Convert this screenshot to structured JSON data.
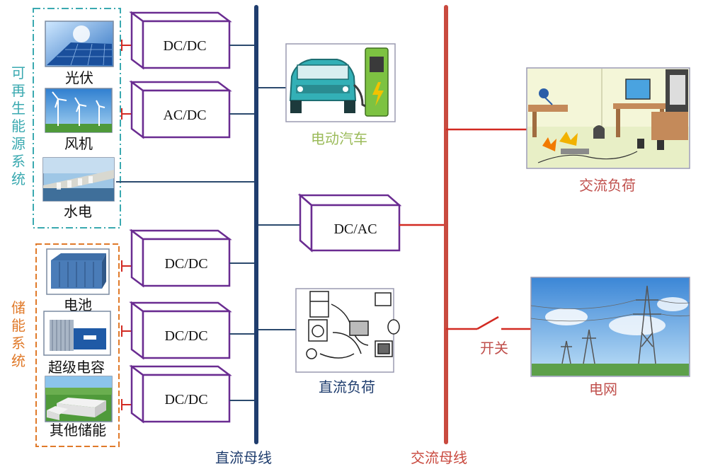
{
  "colors": {
    "dc_bus": "#1f3d6e",
    "ac_bus": "#c94a3f",
    "converter": "#6a2c91",
    "dc_wire": "#2c4a6e",
    "ac_wire": "#d22a22",
    "renewable": "#3aa9b0",
    "storage": "#e07a2a",
    "ev_label": "#9bbb5a",
    "red_label": "#c0504d",
    "blue_label": "#1f3d6e"
  },
  "groups": {
    "renewable": {
      "label": "可再生能源系统",
      "chars": [
        "可",
        "再",
        "生",
        "能",
        "源",
        "系",
        "统"
      ]
    },
    "storage": {
      "label": "储能系统",
      "chars": [
        "储",
        "能",
        "系",
        "统"
      ]
    }
  },
  "sources": {
    "pv": "光伏",
    "wind": "风机",
    "hydro": "水电",
    "battery": "电池",
    "supercap": "超级电容",
    "other_storage": "其他储能"
  },
  "converters": {
    "pv": "DC/DC",
    "wind": "AC/DC",
    "battery": "DC/DC",
    "supercap": "DC/DC",
    "other_storage": "DC/DC",
    "inverter": "DC/AC"
  },
  "loads": {
    "ev": "电动汽车",
    "dc_load": "直流负荷",
    "ac_load": "交流负荷",
    "grid": "电网"
  },
  "switch": "开关",
  "buses": {
    "dc": "直流母线",
    "ac": "交流母线"
  },
  "icons": [
    "solar-panel-icon",
    "wind-turbine-icon",
    "hydro-dam-icon",
    "battery-rack-icon",
    "supercapacitor-icon",
    "storage-container-icon",
    "electric-car-icon",
    "charging-station-icon",
    "appliances-icon",
    "room-scene-icon",
    "power-tower-icon"
  ]
}
